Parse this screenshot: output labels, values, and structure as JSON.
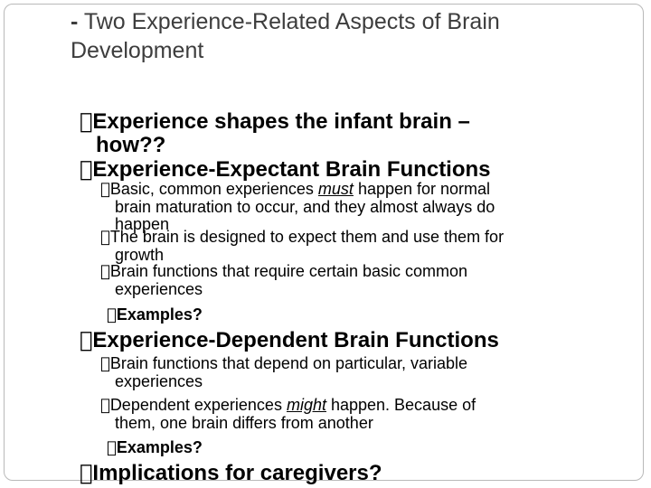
{
  "title": {
    "dash": "-",
    "text": "Two Experience-Related Aspects of Brain Development"
  },
  "bullet_glyph": "",
  "points": {
    "p1": {
      "line1": "Experience shapes the infant brain –",
      "line2": "how??"
    },
    "p2": {
      "text": "Experience-Expectant Brain Functions"
    },
    "p2_sub1": {
      "pre": "Basic, common experiences ",
      "em": "must",
      "line1_post": " happen for normal",
      "line2": "brain maturation to occur, and they almost always do",
      "line3": "happen"
    },
    "p2_sub2": {
      "line1": "The brain is designed to expect them and use them for",
      "line2": "growth"
    },
    "p2_sub3": {
      "line1": "Brain functions that require certain basic common",
      "line2": "experiences"
    },
    "p2_ex": {
      "text": "Examples?"
    },
    "p3": {
      "text": "Experience-Dependent Brain Functions"
    },
    "p3_sub1": {
      "line1": "Brain functions that depend on particular, variable",
      "line2": "experiences"
    },
    "p3_sub2": {
      "pre": "Dependent experiences ",
      "em": "might",
      "line1_post": " happen. Because of",
      "line2": "them, one brain differs from another"
    },
    "p3_ex": {
      "text": "Examples?"
    },
    "p4": {
      "text": "Implications for caregivers?"
    }
  }
}
